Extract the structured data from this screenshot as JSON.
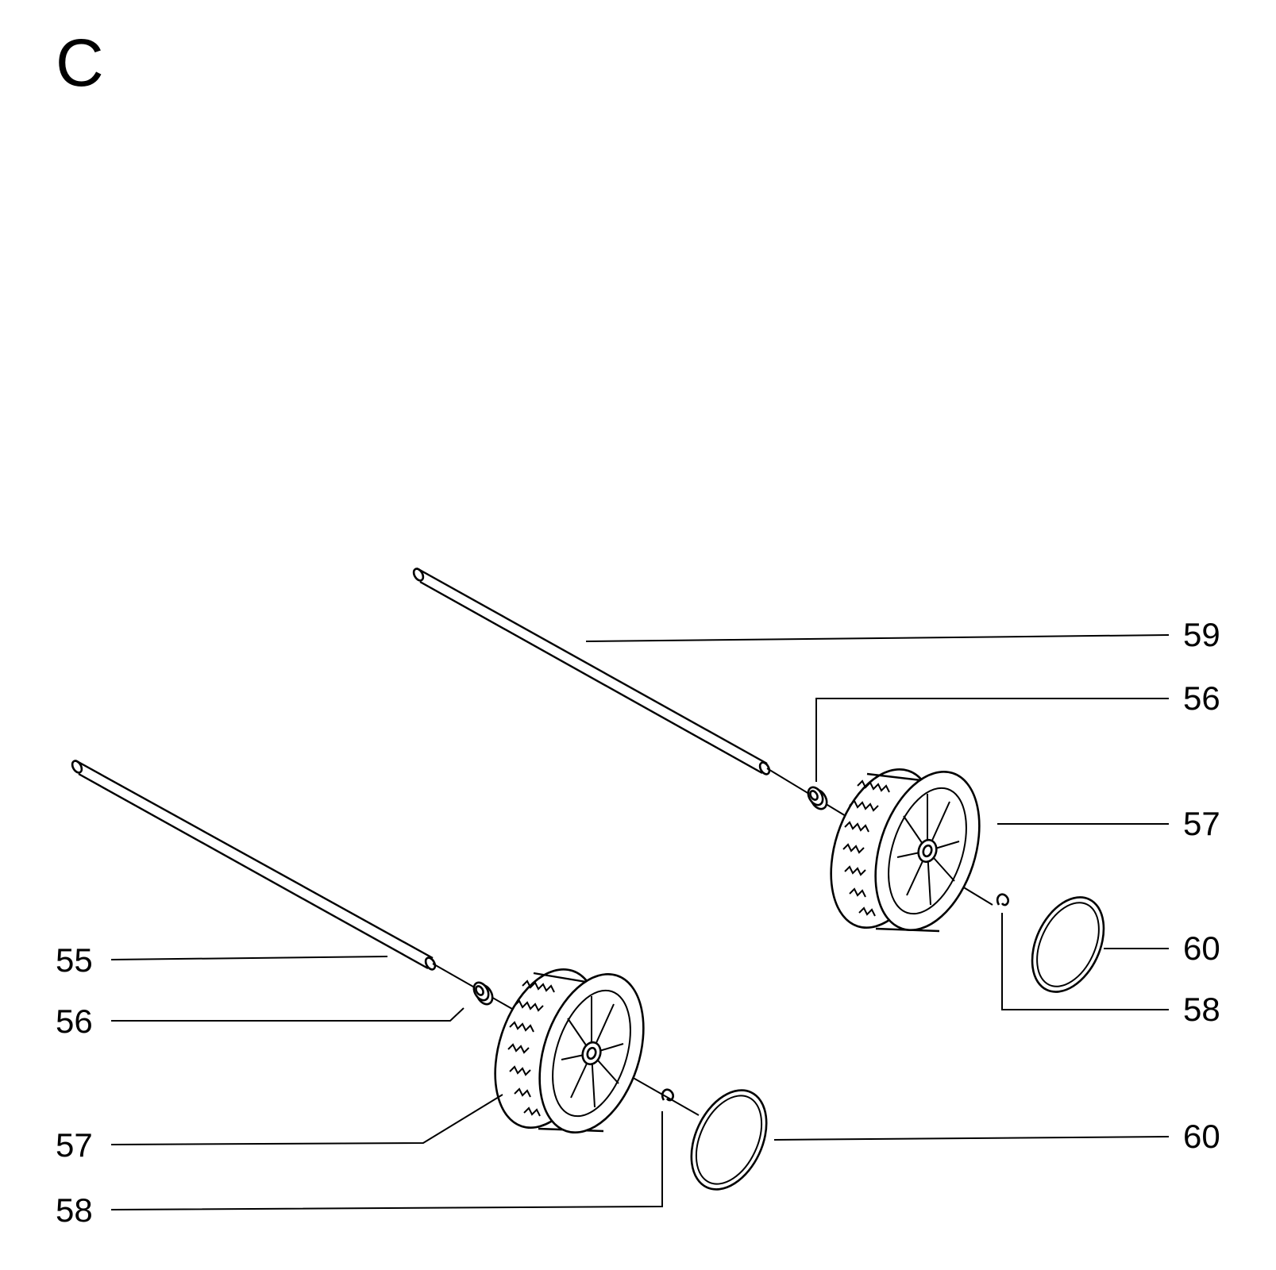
{
  "section_letter": "C",
  "callouts": {
    "upper_axle": "59",
    "upper_bushing": "56",
    "upper_wheel": "57",
    "upper_hubcap": "60",
    "upper_clip": "58",
    "lower_axle": "55",
    "lower_bushing": "56",
    "lower_wheel": "57",
    "lower_clip": "58",
    "lower_hubcap": "60"
  }
}
